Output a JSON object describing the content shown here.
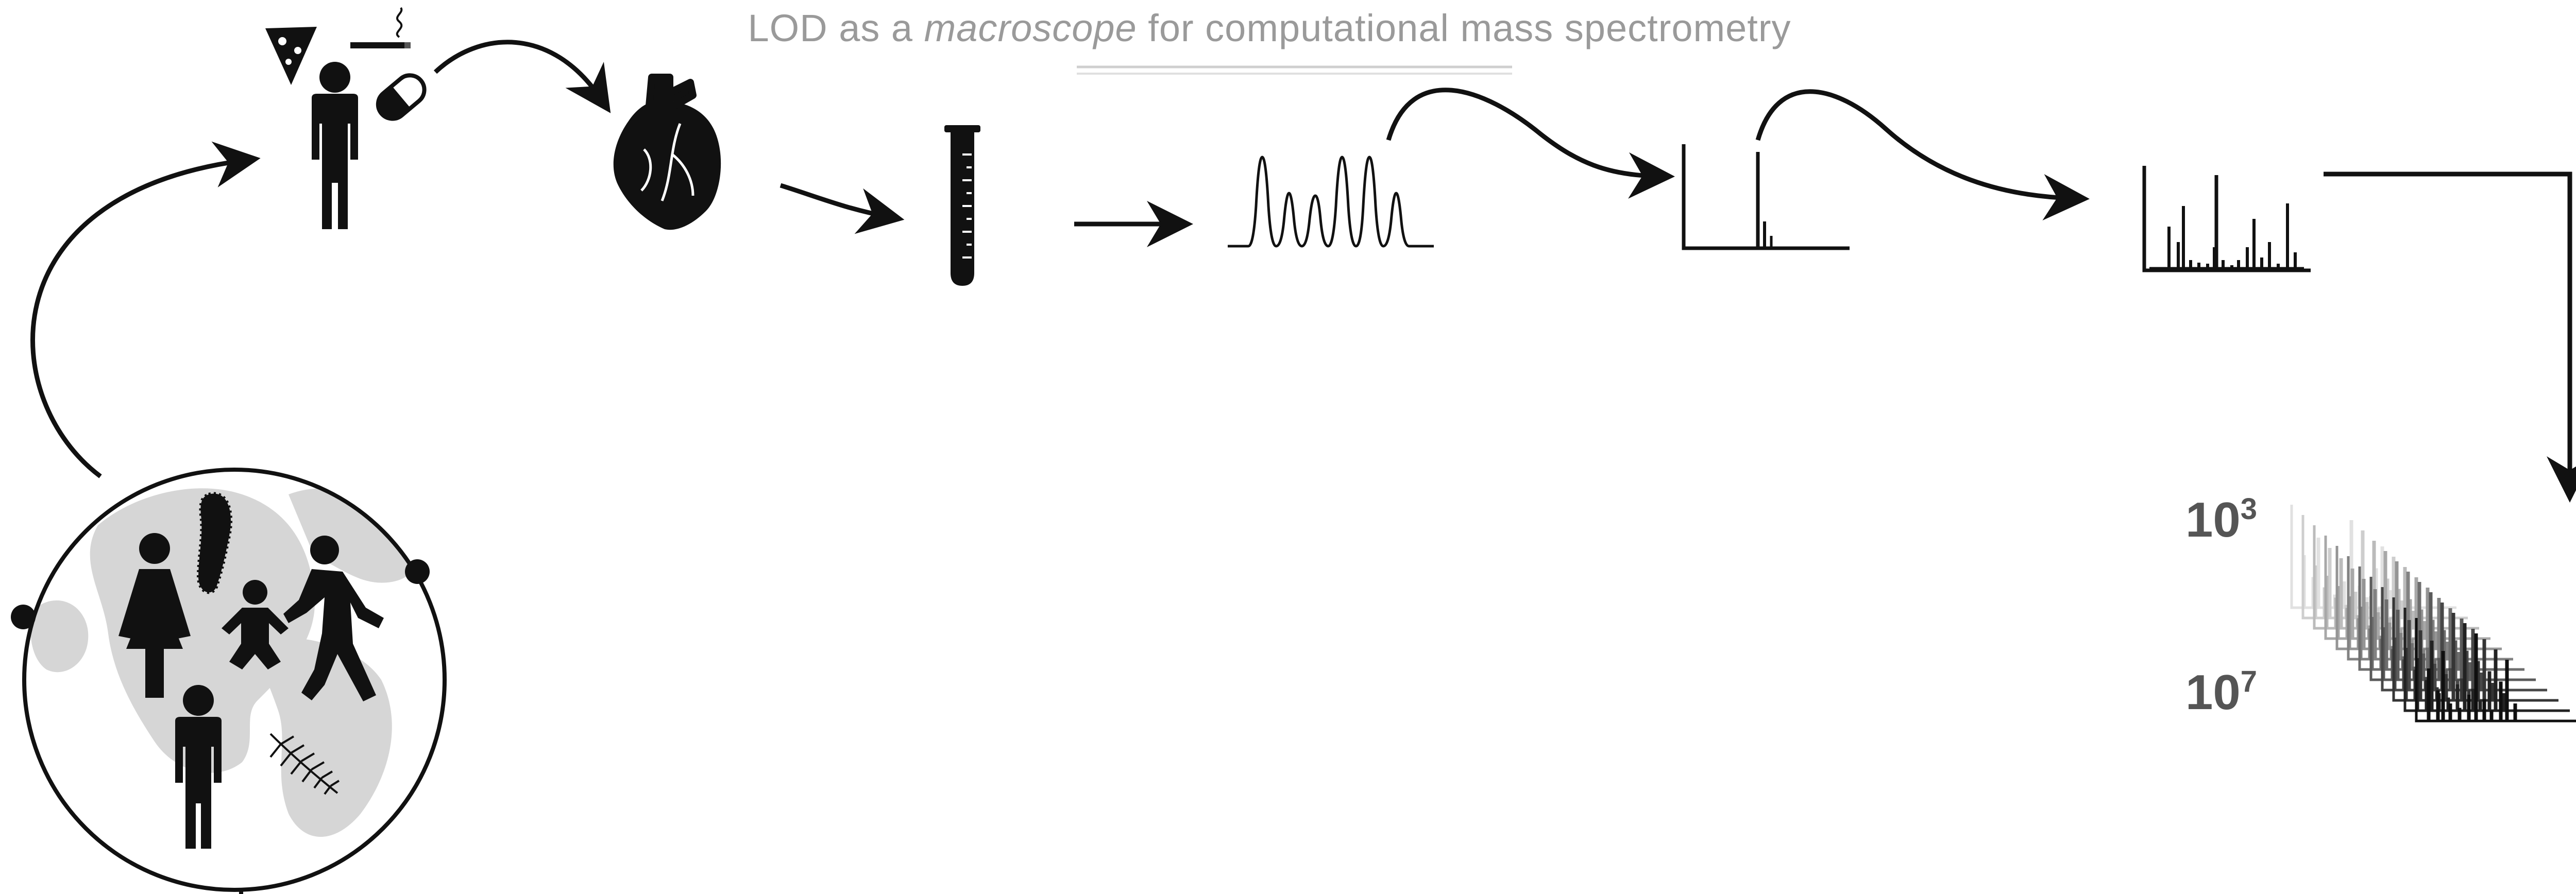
{
  "title": {
    "prefix": "LOD as a ",
    "emphasis": "macroscope",
    "suffix": " for computational mass spectrometry"
  },
  "scale_labels": {
    "top_base": "10",
    "top_exponent": "3",
    "bottom_base": "10",
    "bottom_exponent": "7"
  },
  "icons": [
    "pizza-icon",
    "cigarette-icon",
    "person-icon",
    "pill-icon",
    "heart-icon",
    "test-tube-icon",
    "chromatogram-icon",
    "ms1-spectrum-icon",
    "ms2-spectrum-icon",
    "spectra-stack-icon",
    "globe-icon",
    "woman-icon",
    "baby-icon",
    "walking-person-icon",
    "bacterium-icon",
    "fern-icon",
    "man-icon"
  ],
  "colors": {
    "ink": "#111111",
    "title": "#9a9a9a",
    "underline": "#cccccc",
    "globe": "#d6d6d6",
    "scale_label": "#555555"
  }
}
